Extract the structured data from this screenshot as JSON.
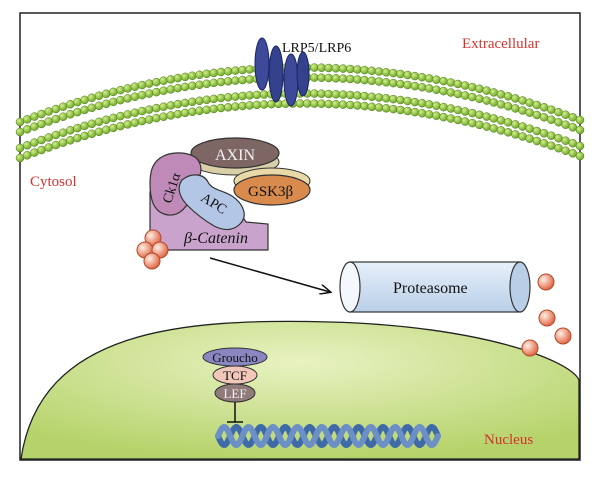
{
  "labels": {
    "receptor": "LRP5/LRP6",
    "extracellular": "Extracellular",
    "cytosol": "Cytosol",
    "nucleus": "Nucleus"
  },
  "proteins": {
    "axin": "AXIN",
    "gsk3b": "GSK3β",
    "apc": "APC",
    "ck1a": "Ck1α",
    "beta_catenin": "β-Catenin",
    "proteasome": "Proteasome"
  },
  "nuclear_factors": {
    "groucho": "Groucho",
    "tcf": "TCF",
    "lef": "LEF"
  },
  "colors": {
    "membrane_bead": "#8cc63f",
    "receptor": "#3d4a9a",
    "axin": "#7d6664",
    "gsk3b": "#d98a4d",
    "apc": "#b3c6e6",
    "ck1a": "#c08ab8",
    "beta_catenin": "#c9a3cc",
    "proteasome": "#cfe0f2",
    "phosphate": "#ef8a6b",
    "nucleus": "#c9e08a",
    "dna": "#3f6aa8",
    "groucho": "#8a86c2",
    "tcf": "#f1c7ba",
    "lef": "#8f7b7a",
    "compartment_label": "#d6322d"
  }
}
